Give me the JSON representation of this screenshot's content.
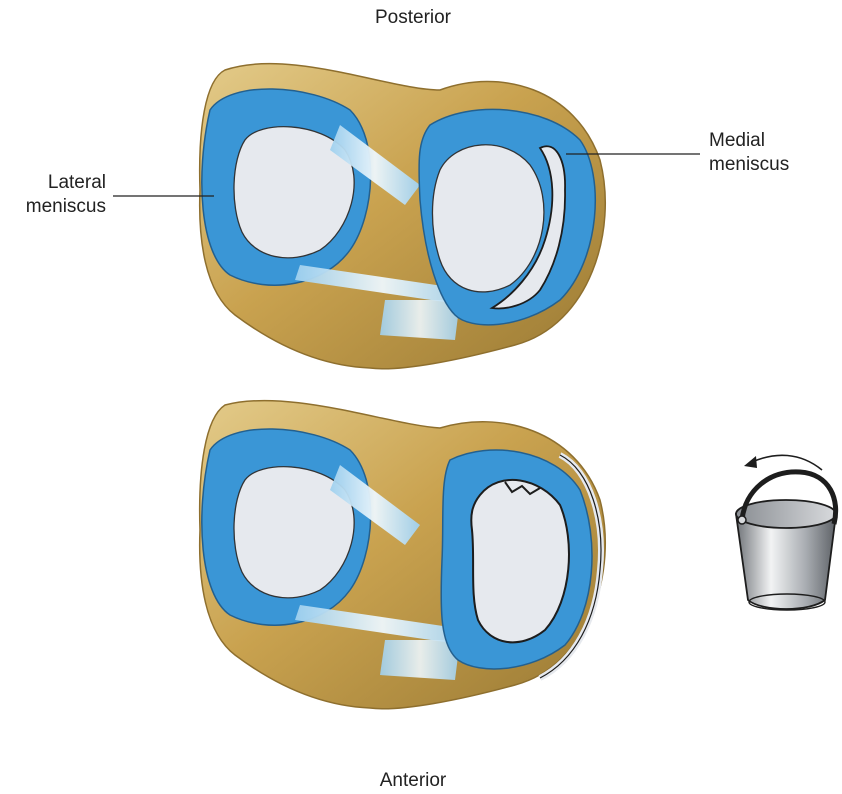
{
  "labels": {
    "top": "Posterior",
    "bottom": "Anterior",
    "left": "Lateral\nmeniscus",
    "right": "Medial\nmeniscus"
  },
  "colors": {
    "meniscus": "#3a96d6",
    "meniscus_edge": "#23608f",
    "tibia_gold": "#c9a24f",
    "tibia_light": "#e3cb8a",
    "tibia_dark": "#9a7a34",
    "cartilage": "#e6e9ee",
    "ligament": "#cfe7f6",
    "bucket_metal": "#b9bdc2",
    "outline": "#1d1d1d"
  },
  "panels": [
    {
      "name": "normal-knee",
      "medial_condition": "longitudinal tear"
    },
    {
      "name": "torn-knee",
      "medial_condition": "bucket-handle tear (displaced)"
    }
  ],
  "icon": {
    "name": "bucket-handle-icon",
    "arrow": "curved-arrow-icon"
  }
}
